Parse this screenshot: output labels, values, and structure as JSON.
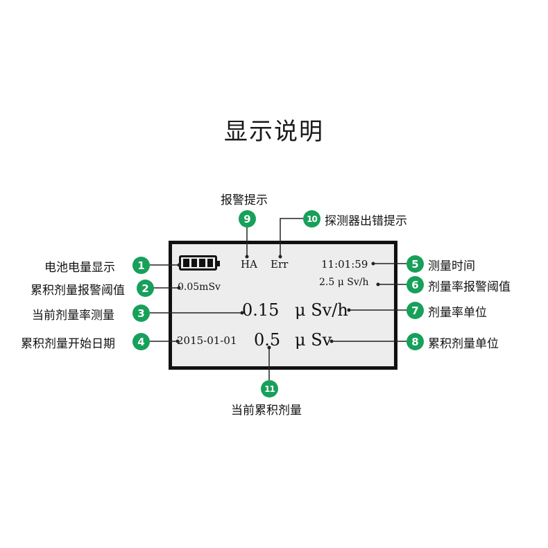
{
  "title": "显示说明",
  "lcd": {
    "ha": "HA",
    "err": "Err",
    "time": "11:01:59",
    "alarm_threshold": "0.05mSv",
    "rate_threshold": "2.5 μ Sv/h",
    "dose_rate_value": "0.15",
    "dose_rate_unit": "μ Sv/h",
    "start_date": "2015-01-01",
    "dose_value": "0.5",
    "dose_unit": "μ Sv"
  },
  "callouts": [
    {
      "num": "1",
      "label": "电池电量显示"
    },
    {
      "num": "2",
      "label": "累积剂量报警阈值"
    },
    {
      "num": "3",
      "label": "当前剂量率测量"
    },
    {
      "num": "4",
      "label": "累积剂量开始日期"
    },
    {
      "num": "5",
      "label": "测量时间"
    },
    {
      "num": "6",
      "label": "剂量率报警阈值"
    },
    {
      "num": "7",
      "label": "剂量率单位"
    },
    {
      "num": "8",
      "label": "累积剂量单位"
    },
    {
      "num": "9",
      "label": "报警提示"
    },
    {
      "num": "10",
      "label": "探测器出错提示"
    },
    {
      "num": "11",
      "label": "当前累积剂量"
    }
  ],
  "colors": {
    "badge": "#17a05a",
    "lcd_bg": "#ededed"
  }
}
